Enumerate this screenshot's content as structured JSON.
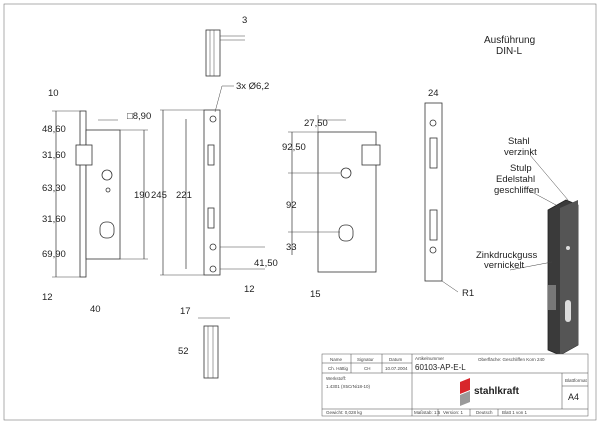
{
  "header": {
    "variant_line1": "Ausführung",
    "variant_line2": "DIN-L"
  },
  "dims": {
    "top_thickness": "3",
    "faceplate_width": "10",
    "d48": "48,60",
    "d31a": "31,60",
    "d63": "63,30",
    "d31b": "31,60",
    "d69": "69,90",
    "d12_left": "12",
    "backset": "40",
    "square": "□8,90",
    "holes": "3x Ø6,2",
    "d190": "190",
    "d245": "245",
    "d221": "221",
    "d41": "41,50",
    "d12_right": "12",
    "d27": "27,50",
    "d92_50": "92,50",
    "d92": "92",
    "d33": "33",
    "d15": "15",
    "d24": "24",
    "r1": "R1",
    "d17": "17",
    "d52": "52"
  },
  "callouts": {
    "c1_line1": "Stahl",
    "c1_line2": "verzinkt",
    "c2_line1": "Stulp",
    "c2_line2": "Edelstahl",
    "c2_line3": "geschliffen",
    "c3_line1": "Zinkdruckguss",
    "c3_line2": "vernickelt"
  },
  "title_block": {
    "name_h": "Name",
    "signatur_h": "Signatur",
    "datum_h": "Datum",
    "name": "Ch. Hättig",
    "signatur": "CH",
    "datum": "10.07.2004",
    "artikel_h": "Artikelnummer",
    "artikel": "60103-AP-E-L",
    "oberflaeche": "Oberfläche: Geschliffen Korn 240",
    "werkstoff_h": "Werkstoff:",
    "werkstoff": "1.4301 (X5CrNi18-10)",
    "gewicht": "Gewicht: 0,028 kg",
    "massstab": "Maßstab: 1:5",
    "version": "Version: 1",
    "sprache": "Deutsch",
    "blatt": "Blatt 1 von 1",
    "blattformat_h": "Blattformat",
    "blattformat": "A4",
    "logo": "stahlkraft"
  },
  "colors": {
    "logo_red": "#d8262b",
    "logo_grey": "#9a9a9a"
  }
}
